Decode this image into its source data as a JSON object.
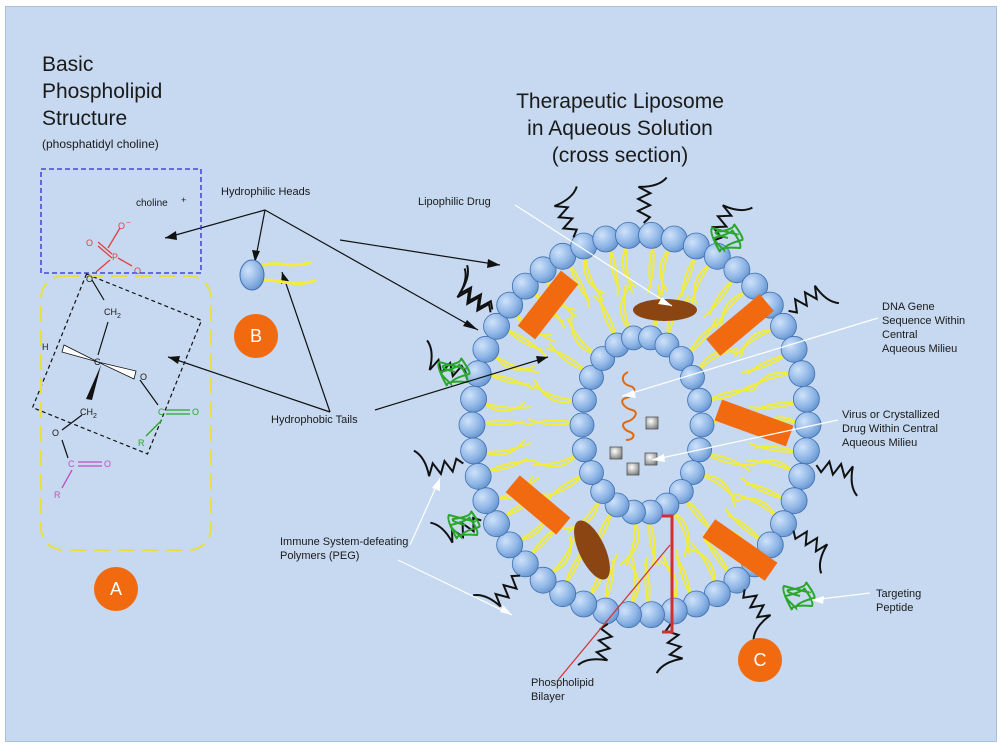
{
  "phospholipid": {
    "title_line1": "Basic",
    "title_line2": "Phospholipid",
    "title_line3": "Structure",
    "subtitle": "(phosphatidyl choline)",
    "choline": "choline",
    "choline_charge": "+",
    "atom_O": "O",
    "atom_P": "P",
    "atom_C": "C",
    "atom_H": "H",
    "atom_R": "R",
    "atom_CH2": "CH",
    "sub_2": "2",
    "charge_minus": "−"
  },
  "liposome": {
    "title_line1": "Therapeutic Liposome",
    "title_line2": "in Aqueous Solution",
    "title_line3": "(cross section)"
  },
  "labels": {
    "hydrophilic_heads": "Hydrophilic Heads",
    "hydrophobic_tails": "Hydrophobic Tails",
    "lipophilic_drug": "Lipophilic Drug",
    "dna_line1": "DNA Gene",
    "dna_line2": "Sequence Within",
    "dna_line3": "Central",
    "dna_line4": "Aqueous Milieu",
    "virus_line1": "Virus or Crystallized",
    "virus_line2": "Drug Within Central",
    "virus_line3": "Aqueous Milieu",
    "immune_line1": "Immune System-defeating",
    "immune_line2": "Polymers (PEG)",
    "targeting_line1": "Targeting",
    "targeting_line2": "Peptide",
    "bilayer_line1": "Phospholipid",
    "bilayer_line2": "Bilayer"
  },
  "badges": {
    "a": "A",
    "b": "B",
    "c": "C"
  },
  "colors": {
    "background": "#c6d9f0",
    "head_fill": "#8fb6e6",
    "head_stroke": "#3f6fae",
    "tail": "#f2ec3a",
    "drug_rect": "#f26a10",
    "drug_ellipse": "#8b4513",
    "badge": "#f26a10",
    "peptide": "#2aa62a",
    "dna": "#e06a10",
    "bilayer_bracket": "#d23030"
  }
}
